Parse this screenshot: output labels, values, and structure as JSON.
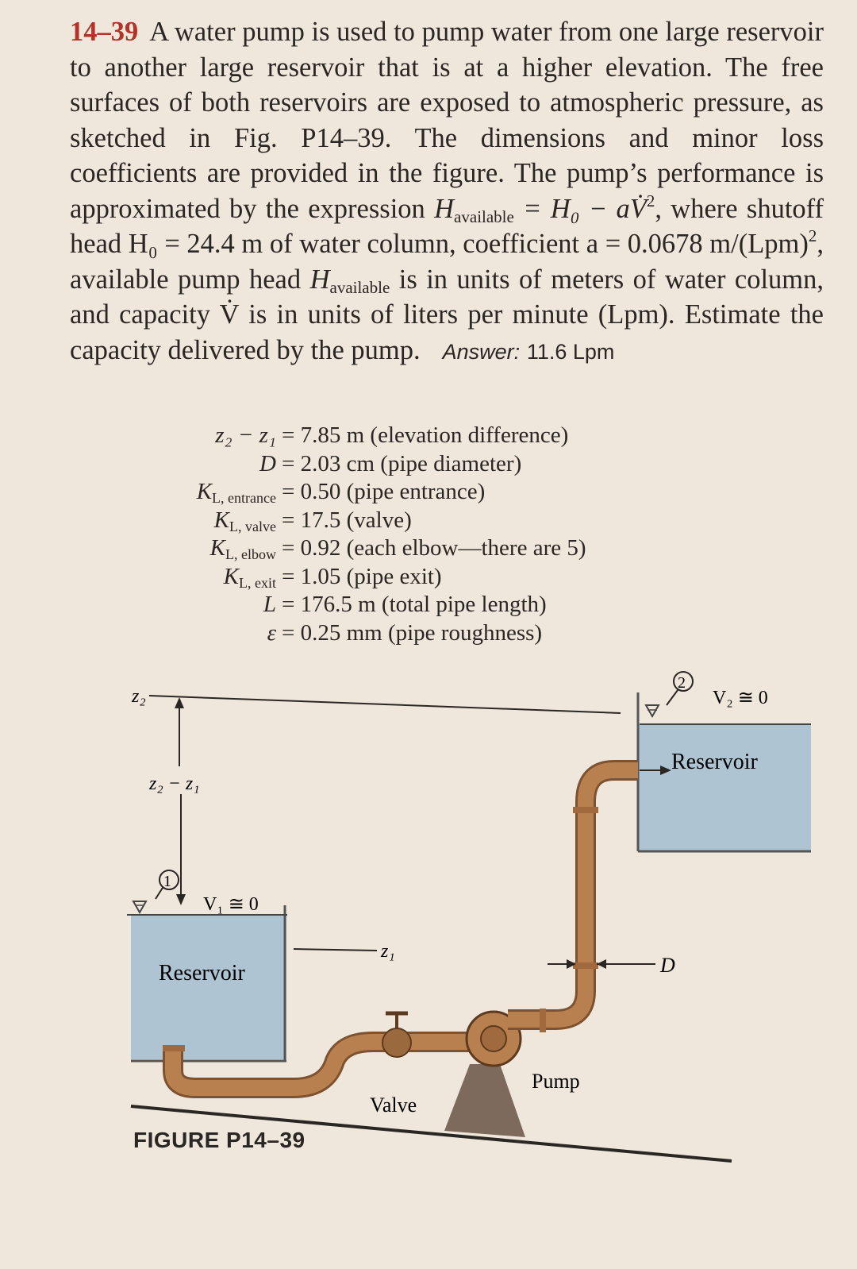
{
  "problem": {
    "number": "14–39",
    "intro": "A water pump is used to pump water from one large reservoir to another large reservoir that is at a higher elevation. The free surfaces of both reservoirs are exposed to atmospheric pressure, as sketched in Fig. P14–39. The dimensions and minor loss coefficients are provided in the figure. The pump’s performance is approximated by the expression",
    "h_avail": "H",
    "sub_available": "available",
    "eq_rhs": "= H₀ − aV̇",
    "eq_exp": "2",
    "mid1": ", where shutoff head H₀ = 24.4 m of water column, coefficient a = 0.0678 m/(Lpm)",
    "mid1_exp": "2",
    "mid2": ", available pump head",
    "mid3": "is in units of meters of water column, and capacity V̇ is in units of liters per minute (Lpm). Estimate the capacity delivered by the pump.",
    "answer_label": "Answer:",
    "answer_value": "11.6 Lpm"
  },
  "givens": [
    {
      "label": "z₂ − z₁",
      "sub": "",
      "value": "= 7.85 m (elevation difference)"
    },
    {
      "label": "D",
      "sub": "",
      "value": "= 2.03 cm (pipe diameter)"
    },
    {
      "label": "K",
      "sub": "L, entrance",
      "value": "= 0.50 (pipe entrance)"
    },
    {
      "label": "K",
      "sub": "L, valve",
      "value": "= 17.5 (valve)"
    },
    {
      "label": "K",
      "sub": "L, elbow",
      "value": "= 0.92 (each elbow—there are 5)"
    },
    {
      "label": "K",
      "sub": "L, exit",
      "value": "= 1.05 (pipe exit)"
    },
    {
      "label": "L",
      "sub": "",
      "value": "= 176.5 m (total pipe length)"
    },
    {
      "label": "ε",
      "sub": "",
      "value": "= 0.25 mm (pipe roughness)"
    }
  ],
  "figure": {
    "z2": "z₂",
    "z2_minus_z1": "z₂ − z₁",
    "z1": "z₁",
    "point1": "1",
    "point2": "2",
    "v1": "V₁ ≅ 0",
    "v2": "V₂ ≅ 0",
    "reservoir": "Reservoir",
    "valve": "Valve",
    "pump": "Pump",
    "d": "D",
    "caption": "FIGURE P14–39"
  },
  "colors": {
    "water": "#aec4d2",
    "pipe": "#b9804f",
    "pipe_dark": "#7d5230",
    "accent": "#b4322a"
  }
}
